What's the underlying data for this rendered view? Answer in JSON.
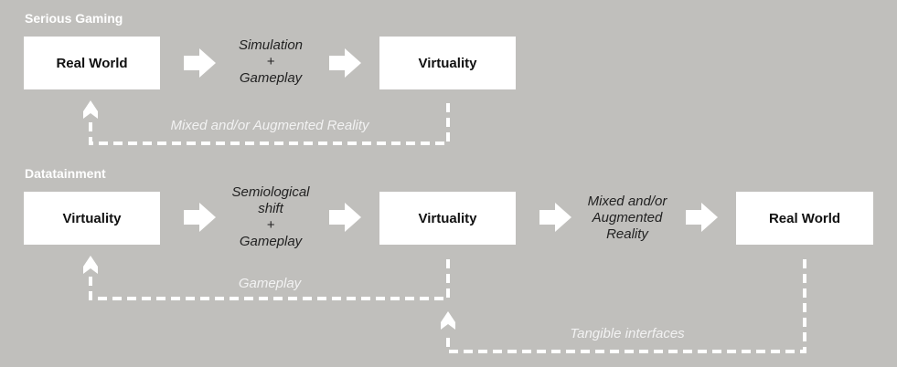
{
  "sections": {
    "serious_gaming": {
      "title": "Serious Gaming",
      "box1": "Real World",
      "box2": "Virtuality",
      "step1": [
        "Simulation",
        "+",
        "Gameplay"
      ],
      "feedback": "Mixed and/or Augmented Reality"
    },
    "datatainment": {
      "title": "Datatainment",
      "box1": "Virtuality",
      "box2": "Virtuality",
      "box3": "Real World",
      "step1": [
        "Semiological",
        "shift",
        "+",
        "Gameplay"
      ],
      "step2": [
        "Mixed and/or",
        "Augmented",
        "Reality"
      ],
      "feedback1": "Gameplay",
      "feedback2": "Tangible interfaces"
    }
  },
  "colors": {
    "background": "#c0bfbc",
    "box": "#ffffff",
    "arrow": "#ffffff"
  }
}
